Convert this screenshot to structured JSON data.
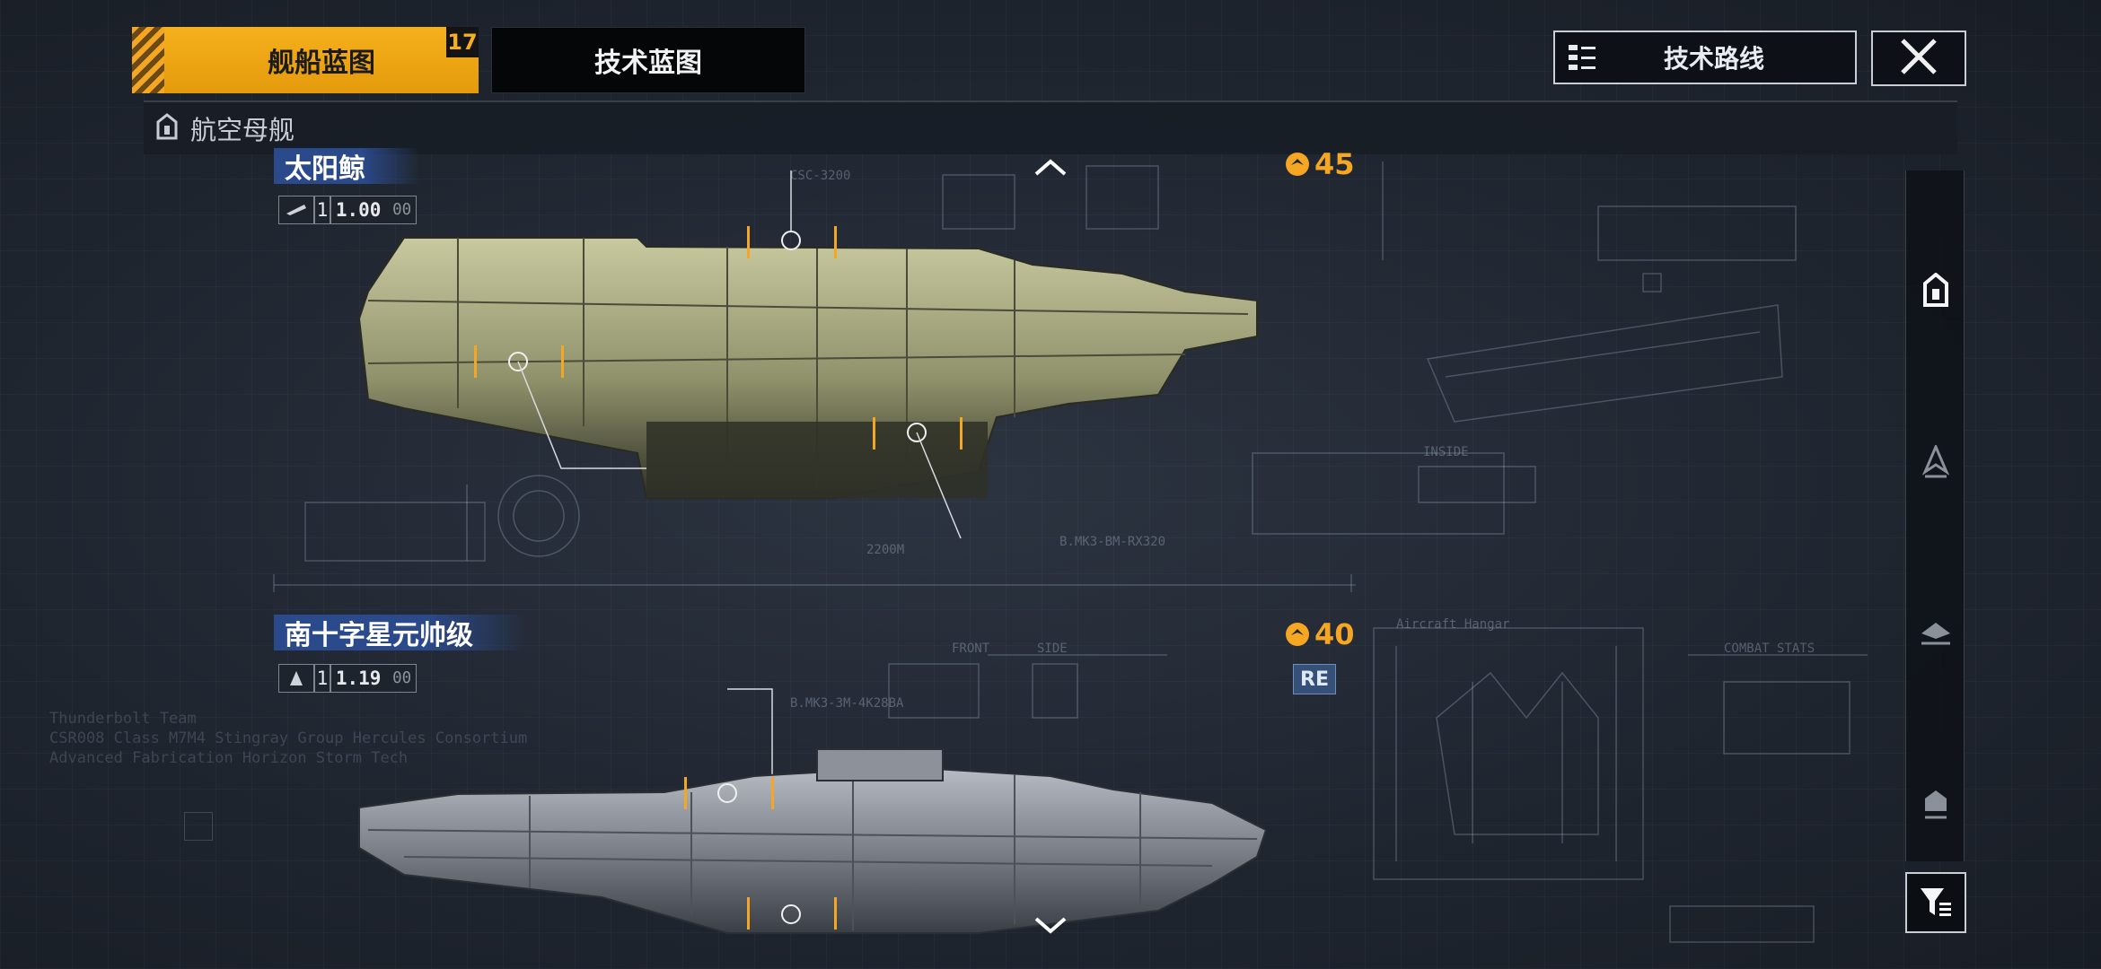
{
  "tabs": [
    {
      "label": "舰船蓝图",
      "badge": "17",
      "active": true
    },
    {
      "label": "技术蓝图",
      "active": false
    }
  ],
  "tech_route_label": "技术路线",
  "category_label": "航空母舰",
  "ships": [
    {
      "name": "太阳鲸",
      "level": "1",
      "version": "1.00",
      "version_sub": "00",
      "cost": "45",
      "icon": "ship-silhouette-icon"
    },
    {
      "name": "南十字星元帅级",
      "level": "1",
      "version": "1.19",
      "version_sub": "00",
      "cost": "40",
      "badge": "RE",
      "icon": "ship-silhouette-icon"
    }
  ],
  "colors": {
    "accent": "#f5a623",
    "title_blue": "#2b4a8c",
    "panel": "#0d1016"
  },
  "sidebar_icons": [
    "carrier-icon",
    "fighter-icon",
    "frigate-icon",
    "hangar-icon"
  ]
}
